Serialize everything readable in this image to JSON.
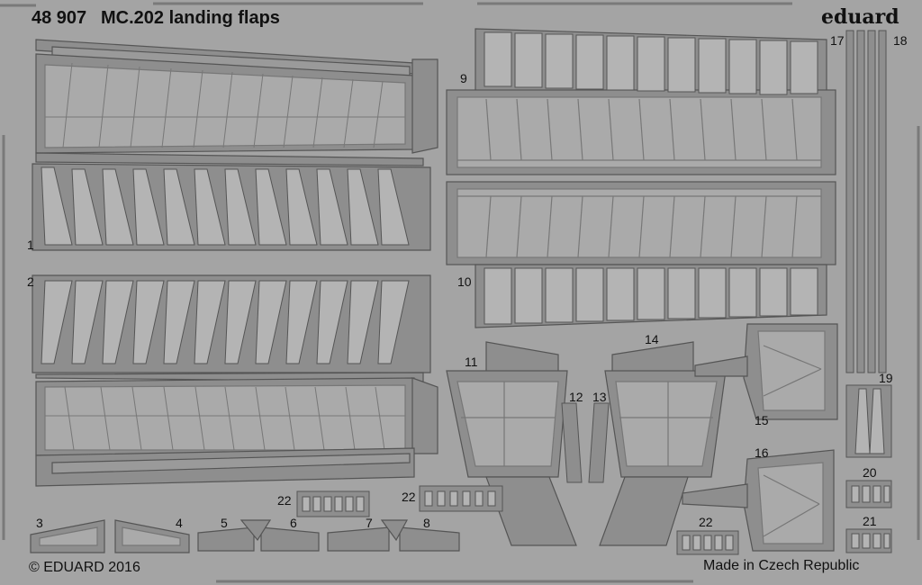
{
  "header": {
    "code": "48 907",
    "title": "MC.202 landing flaps",
    "brand": "eduard"
  },
  "footer": {
    "copyright": "© EDUARD 2016",
    "made_in": "Made in Czech Republic"
  },
  "parts": {
    "p1": "1",
    "p2": "2",
    "p3": "3",
    "p4": "4",
    "p5": "5",
    "p6": "6",
    "p7": "7",
    "p8": "8",
    "p9": "9",
    "p10": "10",
    "p11": "11",
    "p12": "12",
    "p13": "13",
    "p14": "14",
    "p15": "15",
    "p16": "16",
    "p17": "17",
    "p18": "18",
    "p19": "19",
    "p20": "20",
    "p21": "21",
    "p22a": "22",
    "p22b": "22",
    "p22c": "22"
  },
  "colors": {
    "sheet": "#a4a4a4",
    "part": "#8e8e8e",
    "outline": "#5c5c5c",
    "highlight": "#c8c8c8"
  }
}
